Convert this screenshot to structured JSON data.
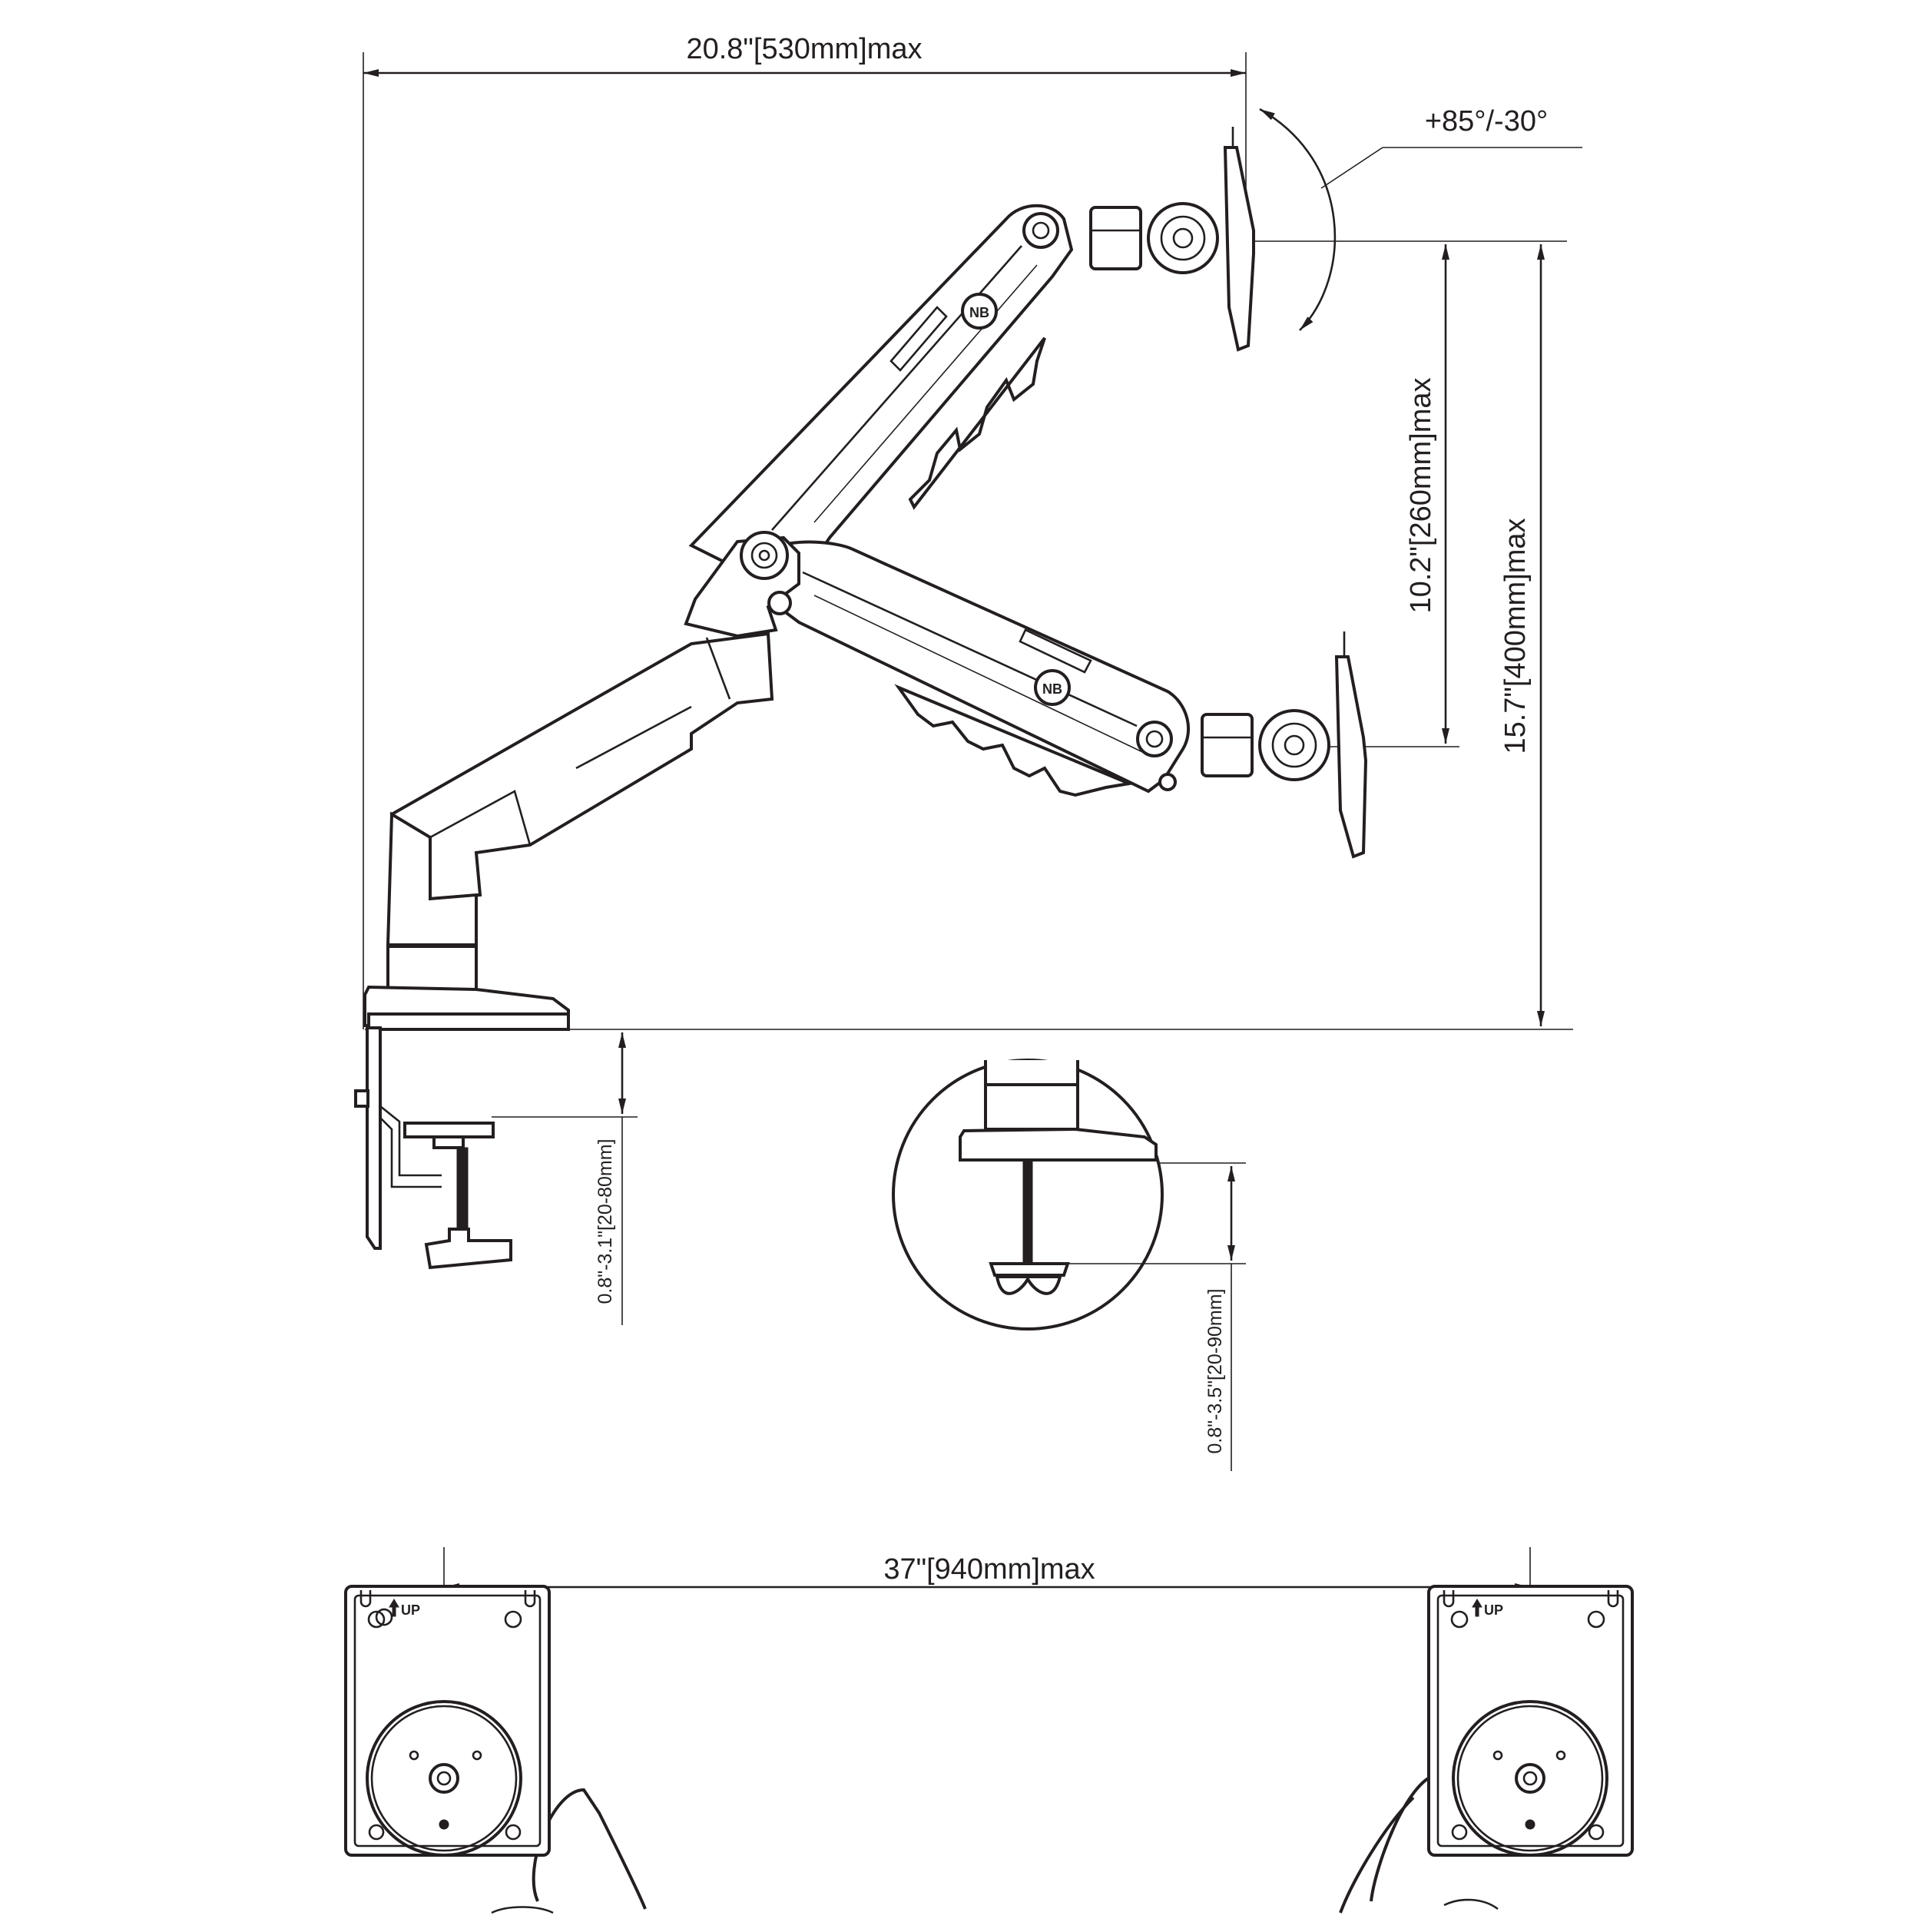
{
  "dimensions": {
    "max_width": "20.8\"[530mm]max",
    "tilt_range": "+85°/-30°",
    "height_min_max": "10.2\"[260mm]max",
    "height_total_max": "15.7\"[400mm]max",
    "clamp_thickness": "0.8\"-3.1\"[20-80mm]",
    "grommet_thickness": "0.8\"-3.5\"[20-90mm]",
    "span_max": "37\"[940mm]max"
  },
  "plate": {
    "up_label": "UP",
    "up_arrow": "up-arrow-icon"
  },
  "brand_mark": "NB",
  "colors": {
    "ink": "#231f20",
    "background": "#ffffff"
  }
}
